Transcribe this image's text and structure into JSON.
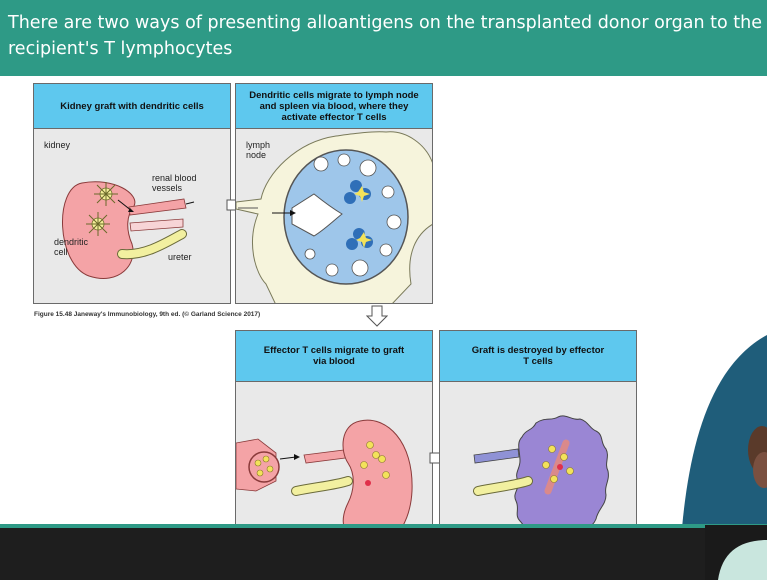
{
  "slide": {
    "title_line1": "There are two ways of presenting alloantigens on the transplanted donor organ to the",
    "title_line2": "recipient's T lymphocytes",
    "banner_color": "#2e9a86"
  },
  "figure": {
    "caption": "Figure 15.48 Janeway's Immunobiology, 9th ed. (© Garland Science 2017)",
    "panels": [
      {
        "heading": "Kidney graft with dendritic cells",
        "labels": {
          "kidney": "kidney",
          "vessels": "renal blood vessels",
          "dendritic": "dendritic cell",
          "ureter": "ureter"
        }
      },
      {
        "heading": "Dendritic cells migrate to lymph node and spleen via blood, where they activate effector T cells",
        "labels": {
          "node": "lymph node"
        }
      },
      {
        "heading": "Effector T cells migrate to graft via blood"
      },
      {
        "heading": "Graft is destroyed by effector T cells"
      }
    ],
    "colors": {
      "header": "#5ec8ee",
      "kidney": "#f4a3a6",
      "lymph_node": "#9ec6ea",
      "graft_destroyed": "#9a86d4"
    }
  }
}
